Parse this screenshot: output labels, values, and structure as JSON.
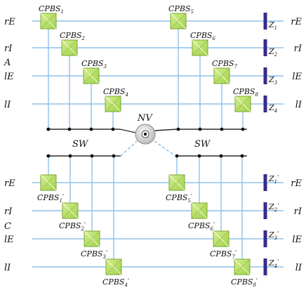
{
  "colors": {
    "beam": "#8fc2ea",
    "wire": "#2a2a2a",
    "pbs_fill": "#9fd14b",
    "pbs_fill_light": "#d4ee8e",
    "pbs_stroke": "#7aa82f",
    "detector": "#3b2a8a",
    "nv_outer": "#b9b9b9",
    "nv_inner": "#5a5a5a"
  },
  "section_labels": {
    "top": "A",
    "bottom": "C"
  },
  "nv_label": "NV",
  "switch_label": "SW",
  "rows_top": [
    "rE",
    "rI",
    "lE",
    "lI"
  ],
  "rows_bottom": [
    "rE",
    "rI",
    "lE",
    "lI"
  ],
  "right_labels_top": [
    "rE",
    "rI",
    "lE",
    "lI"
  ],
  "right_labels_bottom": [
    "rE",
    "rI",
    "lE",
    "lI"
  ],
  "detectors_top": [
    {
      "base": "Z",
      "index": "1"
    },
    {
      "base": "Z",
      "index": "2"
    },
    {
      "base": "Z",
      "index": "3"
    },
    {
      "base": "Z",
      "index": "4"
    }
  ],
  "detectors_bottom": [
    {
      "base": "Z",
      "index": "1",
      "prime": "'"
    },
    {
      "base": "Z",
      "index": "2",
      "prime": "'"
    },
    {
      "base": "Z",
      "index": "3",
      "prime": "'"
    },
    {
      "base": "Z",
      "index": "4",
      "prime": "'"
    }
  ],
  "pbs_top_left": [
    {
      "base": "CPBS",
      "index": "1"
    },
    {
      "base": "CPBS",
      "index": "2"
    },
    {
      "base": "CPBS",
      "index": "3"
    },
    {
      "base": "CPBS",
      "index": "4"
    }
  ],
  "pbs_top_right": [
    {
      "base": "CPBS",
      "index": "5"
    },
    {
      "base": "CPBS",
      "index": "6"
    },
    {
      "base": "CPBS",
      "index": "7"
    },
    {
      "base": "CPBS",
      "index": "8"
    }
  ],
  "pbs_bottom_left": [
    {
      "base": "CPBS",
      "index": "1",
      "prime": "'"
    },
    {
      "base": "CPBS",
      "index": "2",
      "prime": "'"
    },
    {
      "base": "CPBS",
      "index": "3",
      "prime": "'"
    },
    {
      "base": "CPBS",
      "index": "4",
      "prime": "'"
    }
  ],
  "pbs_bottom_right": [
    {
      "base": "CPBS",
      "index": "5",
      "prime": "'"
    },
    {
      "base": "CPBS",
      "index": "6",
      "prime": "'"
    },
    {
      "base": "CPBS",
      "index": "7",
      "prime": "'"
    },
    {
      "base": "CPBS",
      "index": "8",
      "prime": "'"
    }
  ]
}
